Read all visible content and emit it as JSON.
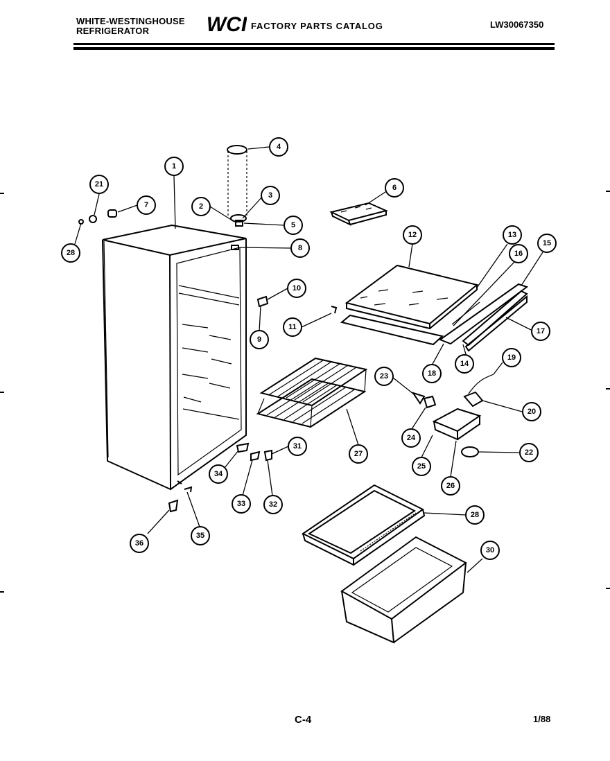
{
  "header": {
    "brand_line1": "WHITE-WESTINGHOUSE",
    "brand_line2": "REFRIGERATOR",
    "logo_text": "WCI",
    "catalog_title": "FACTORY PARTS CATALOG",
    "model_number": "LW30067350"
  },
  "footer": {
    "page_code": "C-4",
    "date": "1/88"
  },
  "callouts": [
    {
      "id": "c1",
      "label": "1"
    },
    {
      "id": "c2",
      "label": "2"
    },
    {
      "id": "c3",
      "label": "3"
    },
    {
      "id": "c4",
      "label": "4"
    },
    {
      "id": "c5",
      "label": "5"
    },
    {
      "id": "c6",
      "label": "6"
    },
    {
      "id": "c7",
      "label": "7"
    },
    {
      "id": "c8",
      "label": "8"
    },
    {
      "id": "c9",
      "label": "9"
    },
    {
      "id": "c10",
      "label": "10"
    },
    {
      "id": "c11",
      "label": "11"
    },
    {
      "id": "c12",
      "label": "12"
    },
    {
      "id": "c13",
      "label": "13"
    },
    {
      "id": "c14",
      "label": "14"
    },
    {
      "id": "c15",
      "label": "15"
    },
    {
      "id": "c16",
      "label": "16"
    },
    {
      "id": "c17",
      "label": "17"
    },
    {
      "id": "c18",
      "label": "18"
    },
    {
      "id": "c19",
      "label": "19"
    },
    {
      "id": "c20",
      "label": "20"
    },
    {
      "id": "c21",
      "label": "21"
    },
    {
      "id": "c22",
      "label": "22"
    },
    {
      "id": "c23",
      "label": "23"
    },
    {
      "id": "c24",
      "label": "24"
    },
    {
      "id": "c25",
      "label": "25"
    },
    {
      "id": "c26",
      "label": "26"
    },
    {
      "id": "c27",
      "label": "27"
    },
    {
      "id": "c28a",
      "label": "28"
    },
    {
      "id": "c28b",
      "label": "28"
    },
    {
      "id": "c30",
      "label": "30"
    },
    {
      "id": "c31",
      "label": "31"
    },
    {
      "id": "c32",
      "label": "32"
    },
    {
      "id": "c33",
      "label": "33"
    },
    {
      "id": "c34",
      "label": "34"
    },
    {
      "id": "c35",
      "label": "35"
    },
    {
      "id": "c36",
      "label": "36"
    }
  ]
}
